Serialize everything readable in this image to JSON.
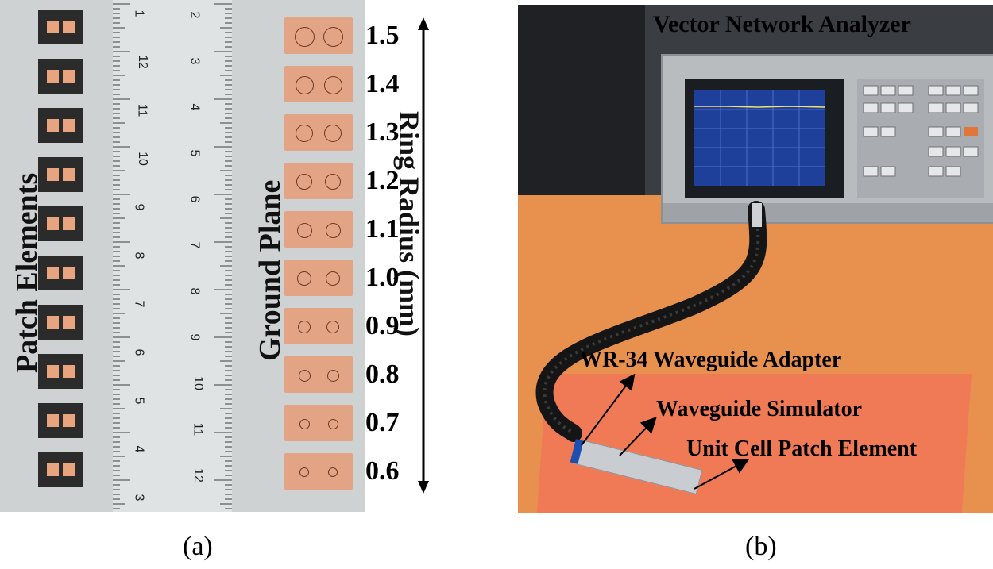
{
  "panel_a": {
    "patch_label": "Patch Elements",
    "ground_label": "Ground Plane",
    "axis_label": "Ring Radius (mm)",
    "radius_values": [
      "1.5",
      "1.4",
      "1.3",
      "1.2",
      "1.1",
      "1.0",
      "0.9",
      "0.8",
      "0.7",
      "0.6"
    ],
    "ruler_left_numbers": [
      "1",
      "12",
      "11",
      "10",
      "9",
      "8",
      "7",
      "6",
      "5",
      "4",
      "3"
    ],
    "ruler_right_numbers": [
      "2",
      "3",
      "4",
      "5",
      "6",
      "7",
      "8",
      "9",
      "10",
      "11",
      "12"
    ]
  },
  "panel_b": {
    "vna_label": "Vector Network Analyzer",
    "adapter_label": "WR-34 Waveguide Adapter",
    "simulator_label": "Waveguide Simulator",
    "unit_cell_label": "Unit Cell Patch Element"
  },
  "captions": {
    "a": "(a)",
    "b": "(b)"
  },
  "colors": {
    "copper": "#e3a485",
    "substrate": "#2b2b2b",
    "desk": "#e8914f",
    "mat": "#f07a55"
  }
}
